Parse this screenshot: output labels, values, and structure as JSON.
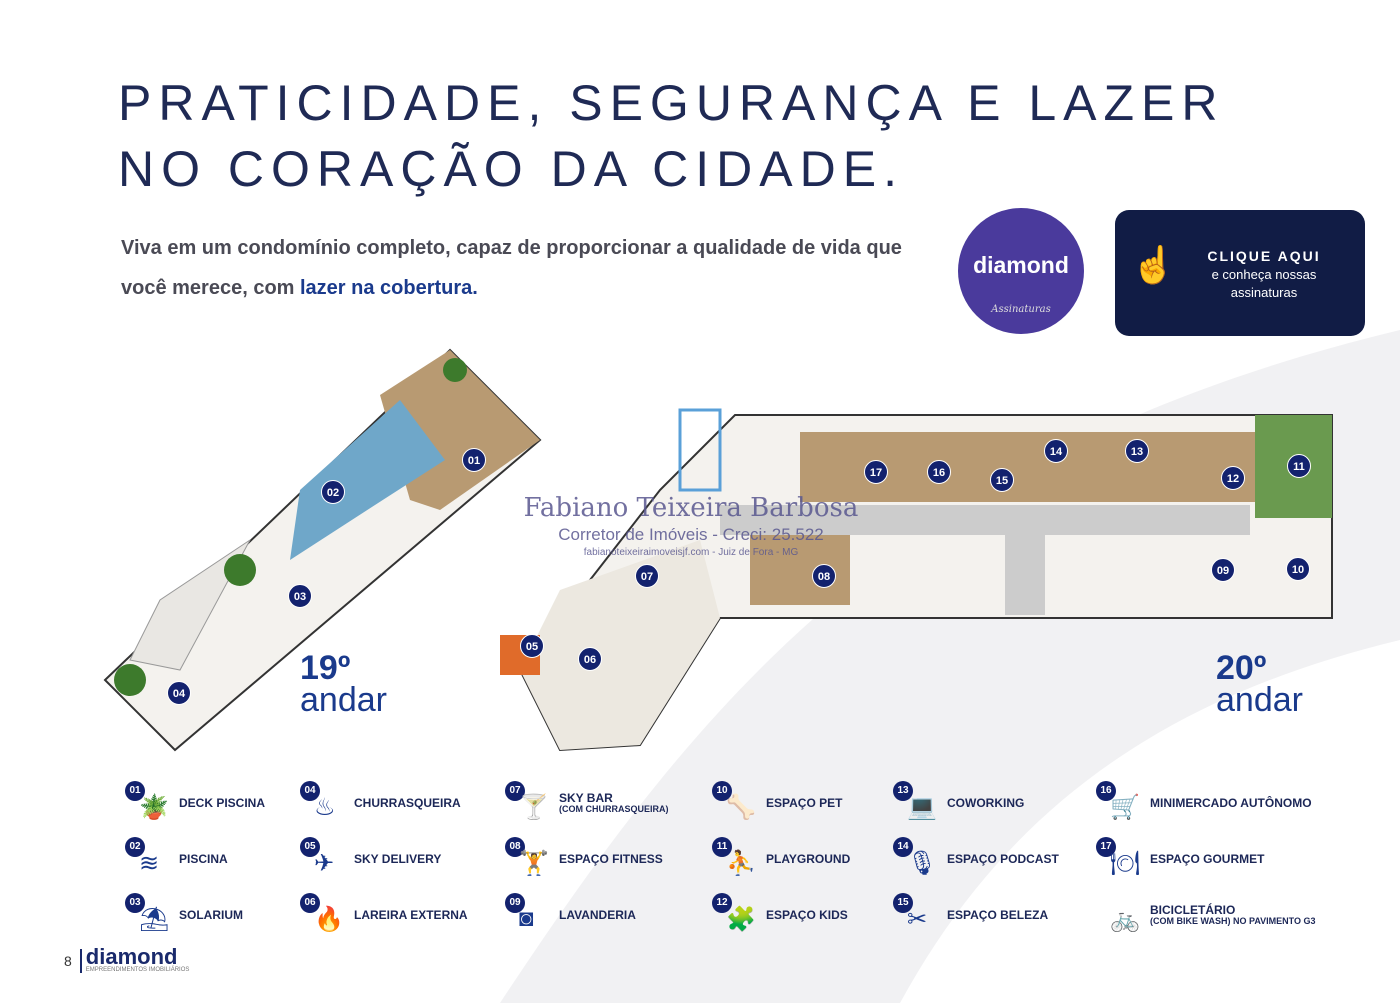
{
  "title": {
    "line1": "PRATICIDADE, SEGURANÇA E LAZER",
    "line2": "NO CORAÇÃO DA CIDADE."
  },
  "intro": {
    "text1": "Viva em um condomínio completo, capaz de proporcionar a qualidade de vida que você merece, com ",
    "highlight": "lazer na cobertura."
  },
  "brand_badge": {
    "name": "diamond",
    "subtitle": "Assinaturas"
  },
  "cta": {
    "title": "CLIQUE AQUI",
    "text": "e conheça nossas assinaturas",
    "icon": "hand-pointer-icon"
  },
  "floors": [
    {
      "number": "19º",
      "label": "andar"
    },
    {
      "number": "20º",
      "label": "andar"
    }
  ],
  "watermark": {
    "name": "Fabiano Teixeira Barbosa",
    "role": "Corretor de Imóveis - Creci: 25.522",
    "site": "fabianoteixeiraimoveisjf.com - Juiz de Fora - MG"
  },
  "plan_badges": [
    "01",
    "02",
    "03",
    "04",
    "05",
    "06",
    "07",
    "08",
    "09",
    "10",
    "11",
    "12",
    "13",
    "14",
    "15",
    "16",
    "17"
  ],
  "legend": [
    {
      "num": "01",
      "label": "DECK PISCINA",
      "icon": "plant-icon",
      "glyph": "🪴"
    },
    {
      "num": "02",
      "label": "PISCINA",
      "icon": "pool-ladder-icon",
      "glyph": "≋"
    },
    {
      "num": "03",
      "label": "SOLARIUM",
      "icon": "umbrella-table-icon",
      "glyph": "⛱"
    },
    {
      "num": "04",
      "label": "CHURRASQUEIRA",
      "icon": "grill-icon",
      "glyph": "♨"
    },
    {
      "num": "05",
      "label": "SKY DELIVERY",
      "icon": "drone-icon",
      "glyph": "✈"
    },
    {
      "num": "06",
      "label": "LAREIRA EXTERNA",
      "icon": "fireplace-icon",
      "glyph": "🔥"
    },
    {
      "num": "07",
      "label": "SKY BAR",
      "sub": "(COM CHURRASQUEIRA)",
      "icon": "bar-icon",
      "glyph": "🍸"
    },
    {
      "num": "08",
      "label": "ESPAÇO FITNESS",
      "icon": "dumbbell-icon",
      "glyph": "🏋"
    },
    {
      "num": "09",
      "label": "LAVANDERIA",
      "icon": "washing-machine-icon",
      "glyph": "◙"
    },
    {
      "num": "10",
      "label": "ESPAÇO PET",
      "icon": "bone-icon",
      "glyph": "🦴"
    },
    {
      "num": "11",
      "label": "PLAYGROUND",
      "icon": "slide-icon",
      "glyph": "⛹"
    },
    {
      "num": "12",
      "label": "ESPAÇO KIDS",
      "icon": "puzzle-icon",
      "glyph": "🧩"
    },
    {
      "num": "13",
      "label": "COWORKING",
      "icon": "desk-icon",
      "glyph": "💻"
    },
    {
      "num": "14",
      "label": "ESPAÇO PODCAST",
      "icon": "microphone-icon",
      "glyph": "🎙"
    },
    {
      "num": "15",
      "label": "ESPAÇO BELEZA",
      "icon": "scissors-comb-icon",
      "glyph": "✂"
    },
    {
      "num": "16",
      "label": "MINIMERCADO AUTÔNOMO",
      "icon": "cart-icon",
      "glyph": "🛒"
    },
    {
      "num": "17",
      "label": "ESPAÇO GOURMET",
      "icon": "dining-table-icon",
      "glyph": "🍽"
    },
    {
      "num": "",
      "label": "BICICLETÁRIO",
      "sub": "(COM BIKE WASH) NO PAVIMENTO G3",
      "icon": "bicycle-icon",
      "glyph": "🚲"
    }
  ],
  "footer": {
    "page": "8",
    "logo": "diamond",
    "tagline": "EMPREENDIMENTOS IMOBILIÁRIOS"
  }
}
